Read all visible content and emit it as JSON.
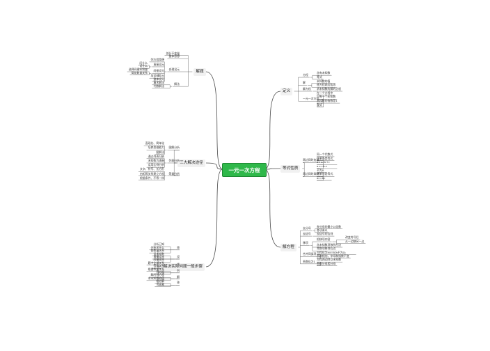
{
  "root": "一元一次方程",
  "right": [
    {
      "label": "定义",
      "children": [
        {
          "label": "方程",
          "children": [
            {
              "label": "含有未知数"
            },
            {
              "label": "等式"
            }
          ]
        },
        {
          "label": "解",
          "children": [
            {
              "label": "未知数的值"
            },
            {
              "label": "使方程两边相等"
            }
          ]
        },
        {
          "label": "解方程",
          "children": [
            {
              "label": "求未知数的解的过程"
            }
          ]
        },
        {
          "label": "一元一次方程",
          "children": [
            {
              "label": "在一个方程中"
            },
            {
              "label": "只有一个未知数"
            },
            {
              "label": "未知数的指数是1"
            },
            {
              "label": "整式"
            }
          ]
        }
      ]
    },
    {
      "label": "等式性质",
      "children": [
        {
          "label": "两边同时加减",
          "children": [
            {
              "label": "同一个代数式"
            },
            {
              "label": "结果仍是等式"
            },
            {
              "label": "a+c=b+c"
            },
            {
              "label": "a-c=b-c"
            }
          ]
        },
        {
          "label": "两边同时乘除",
          "children": [
            {
              "label": "不为0"
            },
            {
              "label": "结果仍是等式"
            },
            {
              "label": "ac=bc"
            }
          ]
        }
      ]
    },
    {
      "label": "解方程",
      "children": [
        {
          "label": "去分母",
          "children": [
            {
              "label": "各分母的最小公倍数"
            },
            {
              "label": "各项乘以"
            }
          ]
        },
        {
          "label": "去括号",
          "children": [
            {
              "label": "去括号的法则"
            }
          ]
        },
        {
          "label": "移项",
          "children": [
            {
              "label": "把移项内容",
              "children": [
                {
                  "label": "改变符号后"
                },
                {
                  "label": "从一边移另一边"
                }
              ]
            },
            {
              "label": "含未知数项移到左边"
            },
            {
              "label": "常数项移到右边"
            }
          ]
        },
        {
          "label": "合并同类项",
          "children": [
            {
              "label": "方程化为ax=b(a不为0)"
            },
            {
              "label": "系数相加，字母和指数不变"
            }
          ]
        },
        {
          "label": "系数化为1",
          "children": [
            {
              "label": "方程两边除以未知数"
            },
            {
              "label": "系数分母相分母"
            }
          ]
        }
      ]
    }
  ],
  "left": [
    {
      "label": "解题",
      "children": [
        {
          "label": "部分不变量"
        },
        {
          "label": "整体思想"
        },
        {
          "label": "合理设元",
          "children": [
            {
              "label": "列方程简便"
            },
            {
              "label": "直接设元",
              "children": [
                {
                  "label": "问什么"
                },
                {
                  "label": "设什么"
                }
              ]
            },
            {
              "label": "间接设元",
              "children": [
                {
                  "label": "选择间接未知量"
                },
                {
                  "label": "简化数量关系"
                }
              ]
            },
            {
              "label": "加设辅助元"
            },
            {
              "label": "整体设元"
            }
          ]
        },
        {
          "label": "解法",
          "children": [
            {
              "label": "算术解法"
            },
            {
              "label": "代数解法"
            }
          ]
        }
      ]
    },
    {
      "label": "三大解决途径",
      "children": [
        {
          "label": "图解分析",
          "children": [
            {
              "label": "直观化、简单化"
            },
            {
              "label": "培养思维能力"
            },
            {
              "label": "图解法"
            }
          ]
        },
        {
          "label": "列表分析",
          "children": [
            {
              "label": "通过列表归纳"
            },
            {
              "label": "未知数为清晰"
            },
            {
              "label": "运用比例分析"
            }
          ]
        },
        {
          "label": "等量分析",
          "children": [
            {
              "label": "文字、符号、长方形"
            },
            {
              "label": "由相等关系建立方程"
            },
            {
              "label": "根据条件、不等一样"
            }
          ]
        }
      ]
    },
    {
      "label": "解决实际问题一般步骤",
      "children": [
        {
          "label": "审",
          "children": [
            {
              "label": "分析已知"
            },
            {
              "label": "分析求什么"
            },
            {
              "label": "各数量关系"
            }
          ]
        },
        {
          "label": "设",
          "children": [
            {
              "label": "设未知数"
            },
            {
              "label": "直接设未"
            },
            {
              "label": "间接设未"
            }
          ]
        },
        {
          "label": "找",
          "children": [
            {
              "label": "题中全部关系"
            },
            {
              "label": "等量关系"
            }
          ]
        },
        {
          "label": "列",
          "children": [
            {
              "label": "根据等量关系"
            },
            {
              "label": "列方程"
            }
          ]
        },
        {
          "label": "解",
          "children": [
            {
              "label": "解所列方程"
            },
            {
              "label": "求未知数的值"
            }
          ]
        },
        {
          "label": "答",
          "children": [
            {
              "label": "检验解"
            },
            {
              "label": "写答案"
            }
          ]
        }
      ]
    }
  ]
}
